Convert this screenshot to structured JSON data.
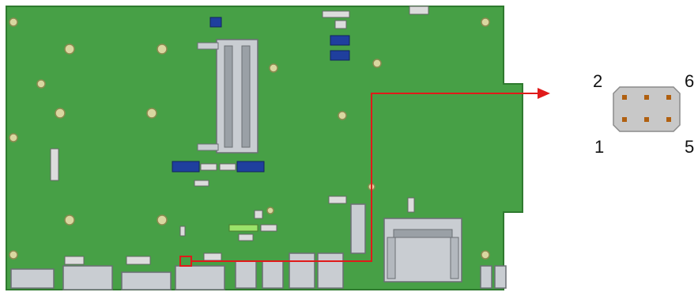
{
  "colors": {
    "pcb": "#47a046",
    "pcb_edge": "#2f7a2f",
    "callout_line": "#e01a1a",
    "header_body": "#c8c8c8",
    "header_pin": "#b06010",
    "connector_gray": "#c9cdd2",
    "connector_blue": "#1f3f9e",
    "mount_hole": "#d9d7a0"
  },
  "header": {
    "pin_labels": {
      "top_left": "2",
      "top_right": "6",
      "bottom_left": "1",
      "bottom_right": "5"
    }
  }
}
